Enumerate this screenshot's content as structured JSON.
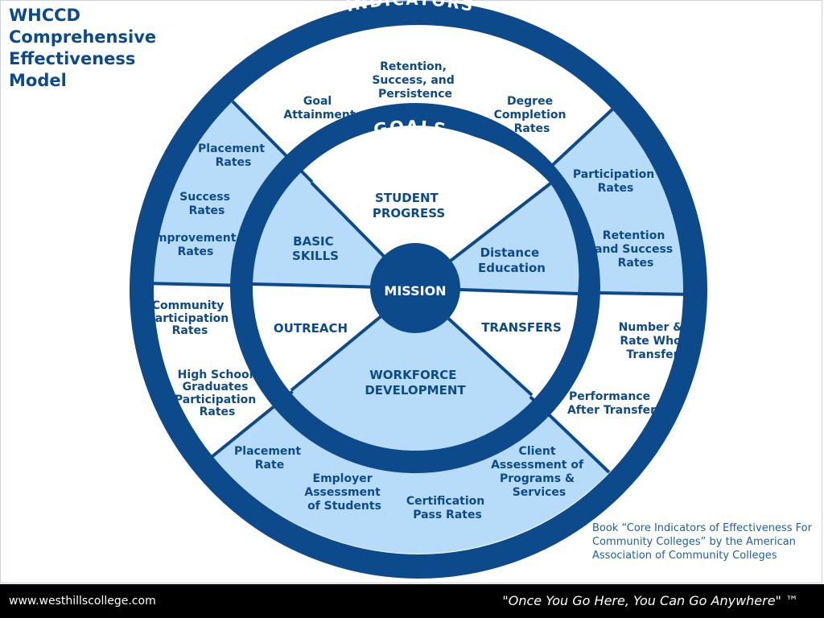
{
  "title_lines": [
    "WHCCD",
    "Comprehensive",
    "Effectiveness",
    "Model"
  ],
  "colors": {
    "dark_blue": "#0c4a8c",
    "light_blue": "#b7dcf9",
    "white": "#ffffff",
    "footer_bg": "#000000"
  },
  "outer_band_label": "INDICATORS",
  "inner_band_label": "GOALS",
  "center_label": "MISSION",
  "goals": {
    "student_progress": [
      "STUDENT",
      "PROGRESS"
    ],
    "basic_skills": [
      "BASIC",
      "SKILLS"
    ],
    "distance_education": [
      "Distance",
      "Education"
    ],
    "outreach": [
      "OUTREACH"
    ],
    "transfers": [
      "TRANSFERS"
    ],
    "workforce_development": [
      "WORKFORCE",
      "DEVELOPMENT"
    ]
  },
  "indicators": {
    "student_progress": [
      [
        "Goal",
        "Attainment"
      ],
      [
        "Retention,",
        "Success, and",
        "Persistence"
      ],
      [
        "Degree",
        "Completion",
        "Rates"
      ]
    ],
    "basic_skills": [
      [
        "Placement",
        "Rates"
      ],
      [
        "Success",
        "Rates"
      ],
      [
        "Improvement",
        "Rates"
      ]
    ],
    "distance_education": [
      [
        "Participation",
        "Rates"
      ],
      [
        "Retention",
        "and Success",
        "Rates"
      ]
    ],
    "outreach": [
      [
        "Community",
        "Participation",
        "Rates"
      ],
      [
        "High School",
        "Graduates",
        "Participation",
        "Rates"
      ]
    ],
    "transfers": [
      [
        "Number &",
        "Rate Who",
        "Transfer"
      ],
      [
        "Performance",
        "After Transfer"
      ]
    ],
    "workforce_development": [
      [
        "Placement",
        "Rate"
      ],
      [
        "Employer",
        "Assessment",
        "of Students"
      ],
      [
        "Certification",
        "Pass Rates"
      ],
      [
        "Client",
        "Assessment of",
        "Programs &",
        "Services"
      ]
    ]
  },
  "source_note": "Book “Core Indicators of Effectiveness For Community Colleges” by the American Association of Community Colleges",
  "footer": {
    "url": "www.westhillscollege.com",
    "slogan": "\"Once You Go Here, You Can Go Anywhere\" ™"
  }
}
